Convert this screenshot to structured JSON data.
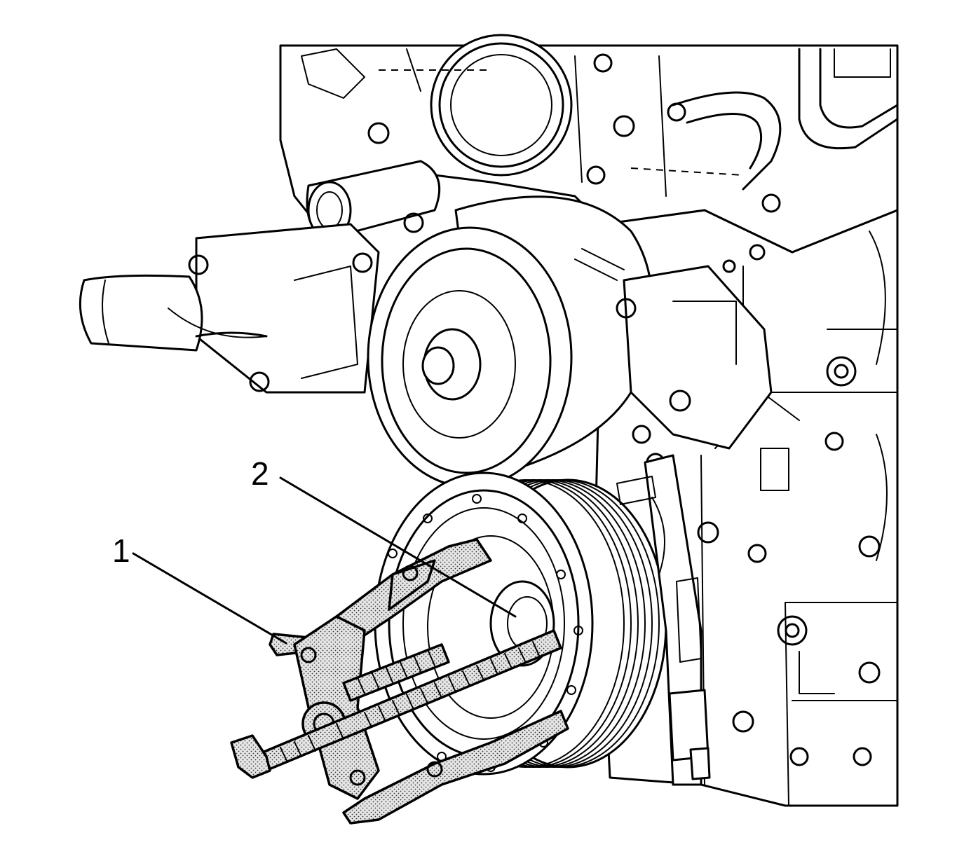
{
  "callouts": [
    {
      "label": "1",
      "part": "puller-tool"
    },
    {
      "label": "2",
      "part": "crankshaft-balancer-hub"
    }
  ],
  "colors": {
    "line": "#000000",
    "background": "#ffffff",
    "tool_fill": "#d9d9d9"
  }
}
